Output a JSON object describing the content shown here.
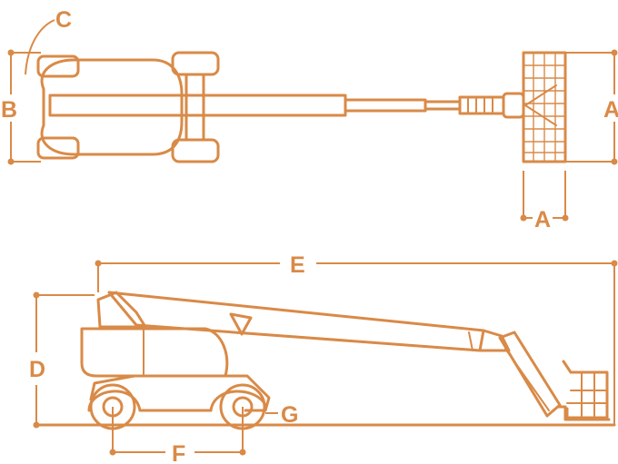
{
  "colors": {
    "line": "#d98a47",
    "background": "#ffffff"
  },
  "labels": {
    "a_top": "A",
    "a_bottom": "A",
    "b": "B",
    "c": "C",
    "d": "D",
    "e": "E",
    "f": "F",
    "g": "G"
  }
}
